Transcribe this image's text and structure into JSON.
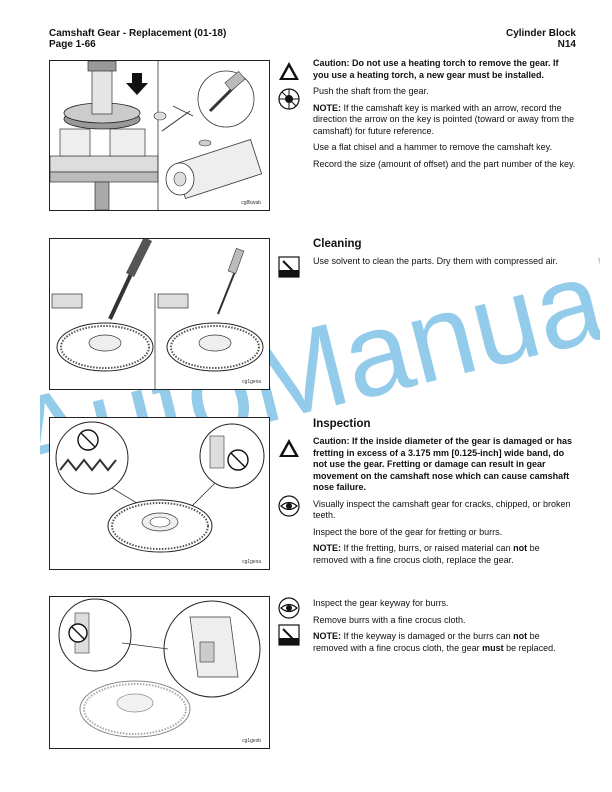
{
  "header": {
    "left_line1": "Camshaft Gear - Replacement (01-18)",
    "left_line2": "Page 1-66",
    "right_line1": "Cylinder Block",
    "right_line2": "N14"
  },
  "watermark": "AutoManual",
  "section1": {
    "figure_code": "cg8kwab",
    "caution_bold": "Caution:  Do not use a heating torch to remove the gear. If you use a heating torch, a new gear must be installed.",
    "step1": "Push the shaft from the gear.",
    "note_label": "NOTE:",
    "note_text": " If the camshaft key is marked with an arrow, record the direction the arrow on the key is pointed (toward or away from the camshaft) for future reference.",
    "step2": "Use a flat chisel and a hammer to remove the camshaft key.",
    "step3": "Record the size (amount of offset) and the part number of the key."
  },
  "section2": {
    "heading": "Cleaning",
    "figure_code": "cg1gexa",
    "text": "Use solvent to clean the parts. Dry them with compressed air."
  },
  "section3": {
    "heading": "Inspection",
    "figure_code": "cg1gexa",
    "caution_bold": "Caution:  If the inside diameter of the gear is damaged or has fretting in excess of a 3.175 mm [0.125-inch] wide band, do not use the gear. Fretting or damage can result in gear movement on the camshaft nose which can cause camshaft nose failure.",
    "step1": "Visually inspect the camshaft gear for cracks, chipped, or broken teeth.",
    "step2": "Inspect the bore of the gear for fretting or burrs.",
    "note_label": "NOTE:",
    "note_text_a": " If the fretting, burrs, or raised material can ",
    "note_not": "not",
    "note_text_b": " be removed with a fine crocus cloth, replace the gear."
  },
  "section4": {
    "figure_code": "cg1gexb",
    "step1": "Inspect the gear keyway for burrs.",
    "step2": "Remove burrs with a fine crocus cloth.",
    "note_label": "NOTE:",
    "note_text_a": " If the keyway is damaged or the burrs can ",
    "note_not": "not",
    "note_text_b": " be removed with a fine crocus cloth, the gear ",
    "note_must": "must",
    "note_text_c": " be replaced."
  },
  "icons": [
    "warning-triangle-icon",
    "shaft-gear-icon",
    "solvent-brush-icon",
    "eye-inspect-icon"
  ]
}
